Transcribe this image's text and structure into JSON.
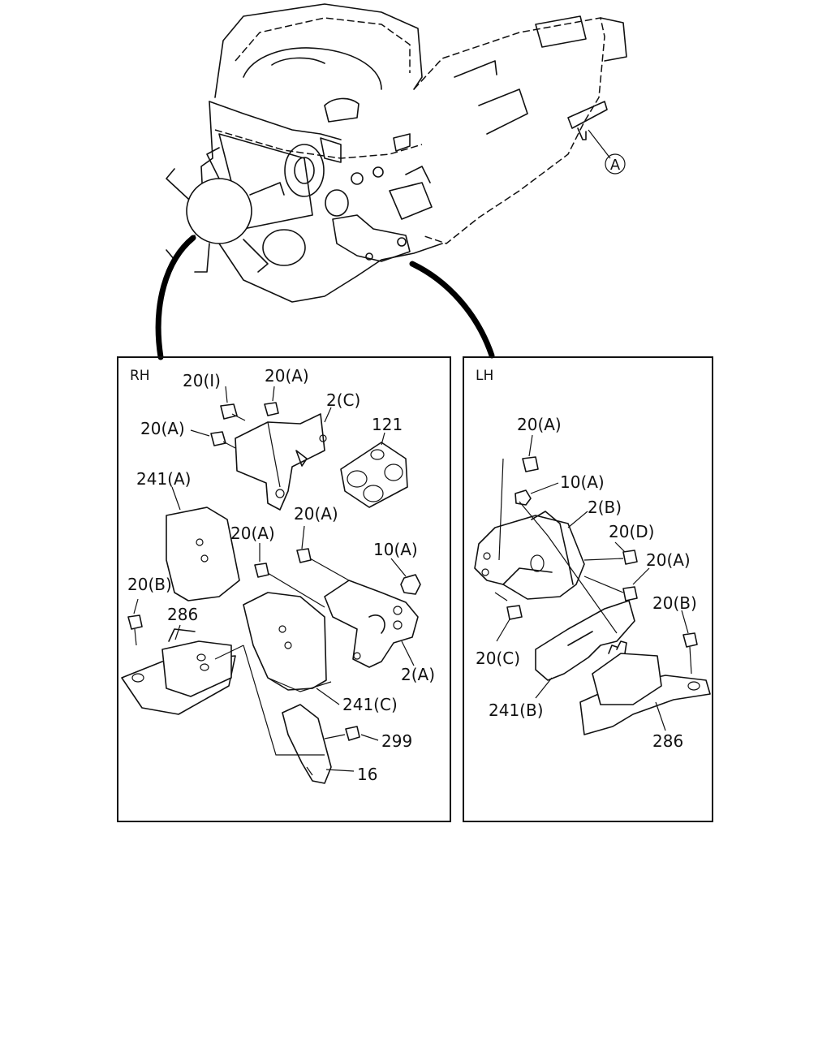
{
  "panels": {
    "rh_label": "RH",
    "lh_label": "LH"
  },
  "engine": {
    "ref_circle": "A"
  },
  "rh_callouts": {
    "c20i": "20(I)",
    "c20a_top": "20(A)",
    "c2c": "2(C)",
    "c121": "121",
    "c20a_left": "20(A)",
    "c241a": "241(A)",
    "c20a_mid": "20(A)",
    "c20a_mid2": "20(A)",
    "c10a": "10(A)",
    "c20b": "20(B)",
    "c286": "286",
    "c2a": "2(A)",
    "c241c": "241(C)",
    "c299": "299",
    "c16": "16"
  },
  "lh_callouts": {
    "c20a_top": "20(A)",
    "c10a": "10(A)",
    "c2b": "2(B)",
    "c20d": "20(D)",
    "c20a_right": "20(A)",
    "c20b": "20(B)",
    "c20c": "20(C)",
    "c241b": "241(B)",
    "c286": "286"
  }
}
